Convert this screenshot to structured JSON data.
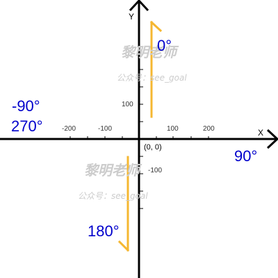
{
  "axes": {
    "x_name": "X",
    "y_name": "Y",
    "origin": "(0, 0)",
    "ticks": {
      "x_neg_200": "-200",
      "x_neg_100": "-100",
      "x_pos_100": "100",
      "x_pos_200": "200",
      "y_pos_100": "100",
      "y_neg_100": "-100"
    }
  },
  "angles": {
    "zero": "0°",
    "ninety": "90°",
    "one_eighty": "180°",
    "neg_ninety": "-90°",
    "two_seventy": "270°"
  },
  "watermark": {
    "title": "黎明老师",
    "subtitle": "公众号：see_goal"
  },
  "colors": {
    "axis": "#000000",
    "arrow": "#f5b731",
    "angle_text": "#0000cc",
    "watermark": "#cccccc"
  }
}
